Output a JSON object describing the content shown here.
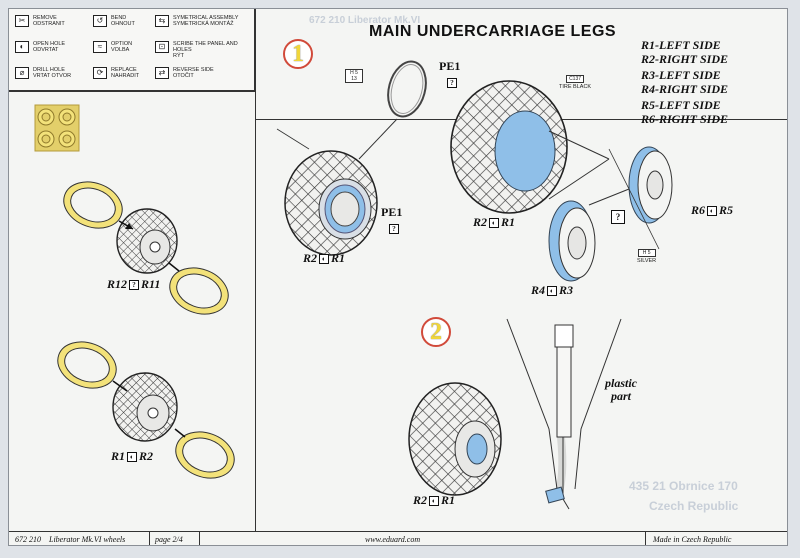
{
  "legend": {
    "items": [
      {
        "icon": "✂",
        "text": "Remove\nOdstranit"
      },
      {
        "icon": "↺",
        "text": "Bend\nOhnout"
      },
      {
        "icon": "⇆",
        "text": "Symetrical assembly\nSymetrická montáž"
      },
      {
        "icon": "◐",
        "text": "Open hole\nOdvrtat"
      },
      {
        "icon": "≈",
        "text": "Option\nVolba"
      },
      {
        "icon": "⊡",
        "text": "Scribe the panel and holes\nRýt"
      },
      {
        "icon": "⌀",
        "text": "Drill hole\nVrtat otvor"
      },
      {
        "icon": "⟳",
        "text": "Replace\nNahradit"
      },
      {
        "icon": "⇄",
        "text": "Reverse side\nOtočit"
      }
    ]
  },
  "page": {
    "title": "MAIN UNDERCARRIAGE LEGS",
    "sides": [
      "R1-LEFT SIDE",
      "R2-RIGHT SIDE",
      "R3-LEFT SIDE",
      "R4-RIGHT SIDE",
      "R5-LEFT SIDE",
      "R6-RIGHT SIDE"
    ],
    "step1": "1",
    "step2": "2",
    "plastic": "plastic\npart"
  },
  "labels": {
    "pe1_top": "PE1",
    "pe1_top_q": "?",
    "pe1_mid": "PE1",
    "pe1_mid_q": "?",
    "r2_r1_a": {
      "a": "R2",
      "s": "◐",
      "b": "R1"
    },
    "r2_r1_b": {
      "a": "R2",
      "s": "◐",
      "b": "R1"
    },
    "r2_r1_c": {
      "a": "R2",
      "s": "◐",
      "b": "R1"
    },
    "r6_r5": {
      "a": "R6",
      "s": "◐",
      "b": "R5"
    },
    "r4_r3": {
      "a": "R4",
      "s": "◐",
      "b": "R3"
    },
    "r12_r11": {
      "a": "R12",
      "s": "?",
      "b": "R11"
    },
    "r1_r2": {
      "a": "R1",
      "s": "◐",
      "b": "R2"
    },
    "q_mid": "?"
  },
  "paint": {
    "left": {
      "code": "H 5\n13",
      "name": ""
    },
    "right": {
      "code": "C137",
      "name": "TIRE BLACK"
    },
    "bottom": {
      "code": "H 5",
      "name": "SILVER"
    }
  },
  "footer": {
    "kit": "672 210",
    "name": "Liberator Mk.VI wheels",
    "page": "page 2/4",
    "url": "www.eduard.com",
    "made": "Made in Czech Republic"
  },
  "colors": {
    "blue": "#8fbfe8",
    "yellow": "#f3e27a",
    "red": "#d14a3a"
  }
}
